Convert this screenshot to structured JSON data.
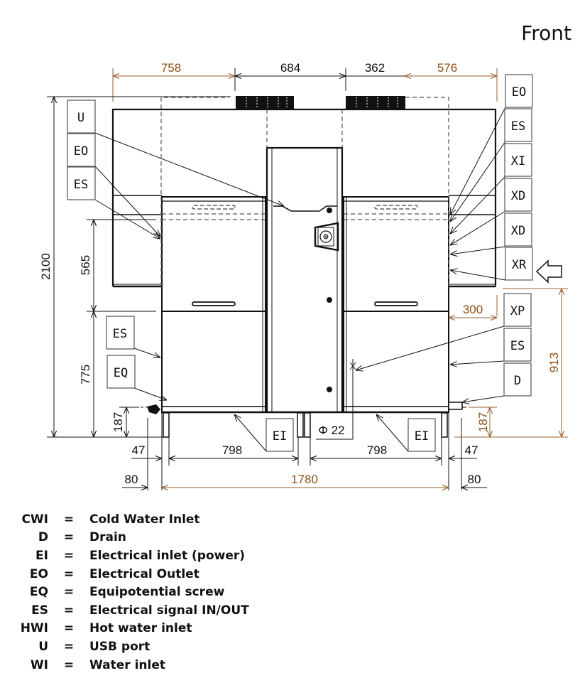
{
  "title": "Front",
  "colors": {
    "line": "#111111",
    "dimension_brown": "#9a6030",
    "dimension_brown_text": "#8a4f14",
    "dashed": "#555555"
  },
  "dimensions": {
    "top": [
      "758",
      "684",
      "362",
      "576"
    ],
    "overall_height": "2100",
    "upper_door_height": "565",
    "lower_cabinet_height": "775",
    "leg_height_left": "187",
    "leg_height_right": "187",
    "right_outlet_height": "913",
    "right_offset": "300",
    "leg_offset_left": "47",
    "leg_offset_right": "47",
    "module_width_left": "798",
    "module_width_right": "798",
    "total_width": "1780",
    "outer_left": "80",
    "outer_right": "80",
    "pipe_diameter": "Φ 22"
  },
  "tags": {
    "left": [
      "U",
      "EO",
      "ES",
      "ES",
      "EQ"
    ],
    "right": [
      "EO",
      "ES",
      "XI",
      "XD",
      "XD",
      "XR",
      "XP",
      "ES",
      "D"
    ],
    "bottom": [
      "EI",
      "EI"
    ]
  },
  "direction_arrow": "arrow-left-icon",
  "legend": [
    {
      "code": "CWI",
      "eq": "=",
      "desc": "Cold Water Inlet"
    },
    {
      "code": "D",
      "eq": "=",
      "desc": "Drain"
    },
    {
      "code": "EI",
      "eq": "=",
      "desc": "Electrical inlet (power)"
    },
    {
      "code": "EO",
      "eq": "=",
      "desc": "Electrical Outlet"
    },
    {
      "code": "EQ",
      "eq": "=",
      "desc": "Equipotential screw"
    },
    {
      "code": "ES",
      "eq": "=",
      "desc": "Electrical signal IN/OUT"
    },
    {
      "code": "HWI",
      "eq": "=",
      "desc": "Hot water inlet"
    },
    {
      "code": "U",
      "eq": "=",
      "desc": "USB port"
    },
    {
      "code": "WI",
      "eq": "=",
      "desc": "Water inlet"
    }
  ]
}
